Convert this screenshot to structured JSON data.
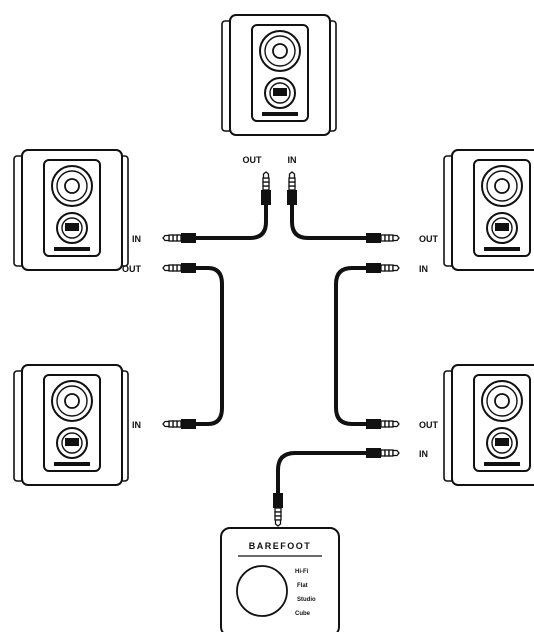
{
  "labels": {
    "top_out": "OUT",
    "top_in": "IN",
    "left_top_in": "IN",
    "left_top_out": "OUT",
    "right_top_out": "OUT",
    "right_top_in": "IN",
    "left_bottom_in": "IN",
    "right_bottom_out": "OUT",
    "right_bottom_in": "IN"
  },
  "controller": {
    "brand": "BAREFOOT",
    "modes": [
      "Hi-Fi",
      "Flat",
      "Studio",
      "Cube"
    ]
  },
  "colors": {
    "line": "#111111",
    "speaker_fill": "#ffffff",
    "cable": "#111111"
  }
}
